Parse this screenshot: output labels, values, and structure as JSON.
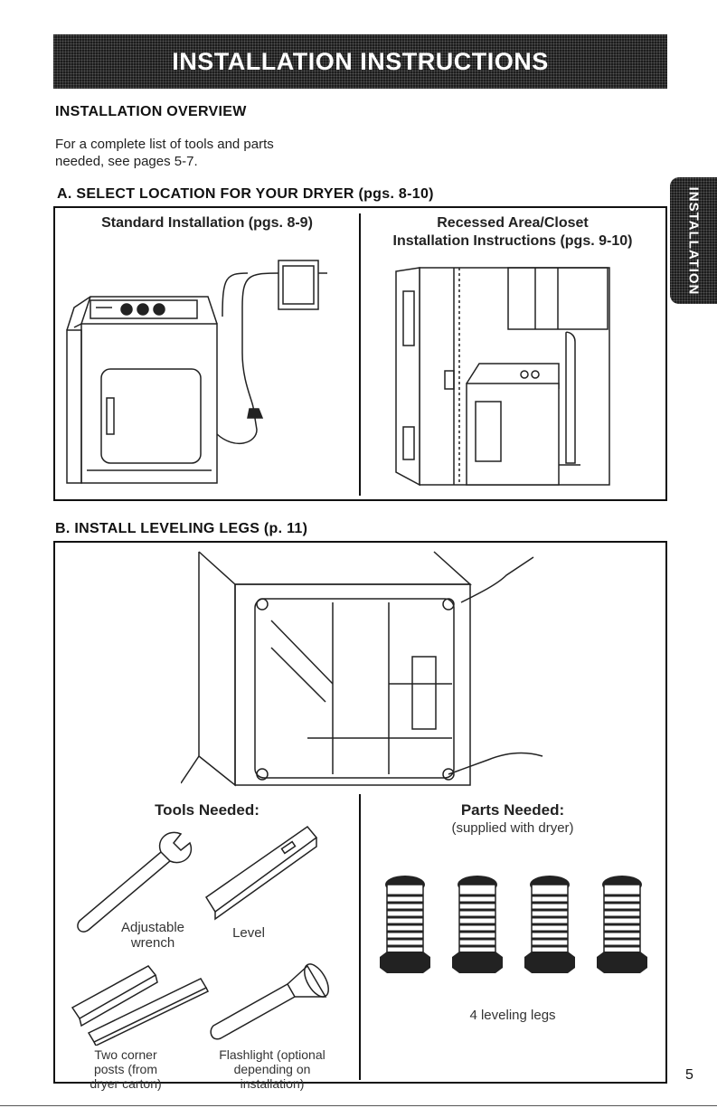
{
  "banner": {
    "title": "INSTALLATION INSTRUCTIONS"
  },
  "overview": {
    "heading": "INSTALLATION OVERVIEW",
    "line1": "For a complete list of tools and parts",
    "line2": "needed, see pages 5-7."
  },
  "side_tab": {
    "label": "INSTALLATION"
  },
  "section_a": {
    "heading": "A. SELECT LOCATION FOR YOUR DRYER (pgs. 8-10)",
    "standard": "Standard Installation (pgs. 8-9)",
    "recessed_line1": "Recessed Area/Closet",
    "recessed_line2": "Installation Instructions (pgs. 9-10)"
  },
  "section_b": {
    "heading": "B. INSTALL LEVELING LEGS (p. 11)",
    "tools_heading": "Tools Needed:",
    "tool_wrench_1": "Adjustable",
    "tool_wrench_2": "wrench",
    "tool_level": "Level",
    "tool_posts_1": "Two corner",
    "tool_posts_2": "posts (from",
    "tool_posts_3": "dryer carton)",
    "tool_flash_1": "Flashlight (optional",
    "tool_flash_2": "depending on",
    "tool_flash_3": "installation)",
    "parts_heading": "Parts Needed:",
    "parts_sub": "(supplied with dryer)",
    "parts_legs": "4 leveling legs"
  },
  "page_number": "5"
}
